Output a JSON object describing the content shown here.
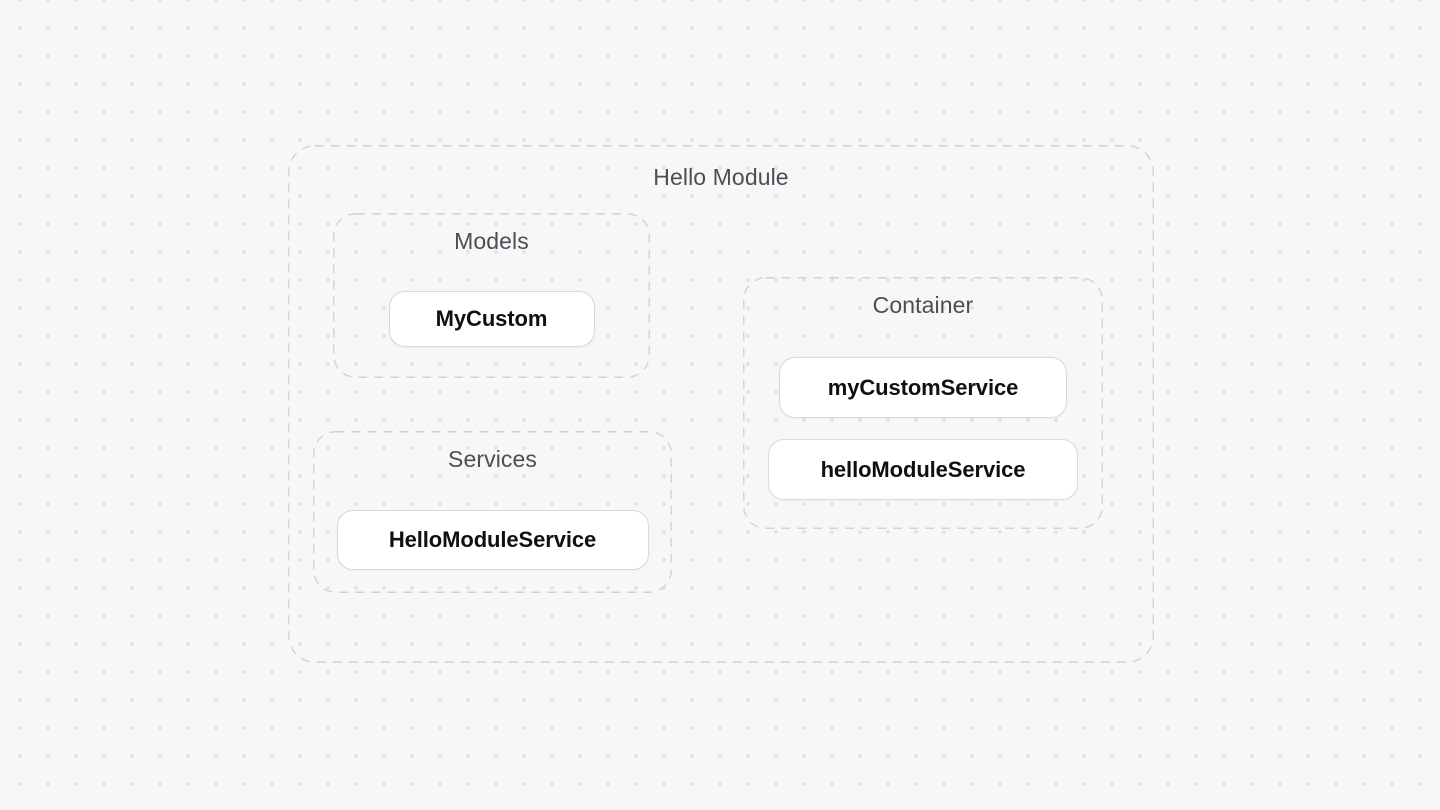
{
  "palette": {
    "background": "#f7f7f8",
    "grid_dot": "#e3e3e6",
    "dashed_border": "#d2d2d9",
    "pill_border": "#d9d9de",
    "pill_background": "#ffffff",
    "group_title_text": "#4d4d56",
    "pill_text": "#101014"
  },
  "diagram": {
    "title": "Hello Module",
    "groups": [
      {
        "title": "Models",
        "items": [
          "MyCustom"
        ]
      },
      {
        "title": "Services",
        "items": [
          "HelloModuleService"
        ]
      },
      {
        "title": "Container",
        "items": [
          "myCustomService",
          "helloModuleService"
        ]
      }
    ]
  }
}
